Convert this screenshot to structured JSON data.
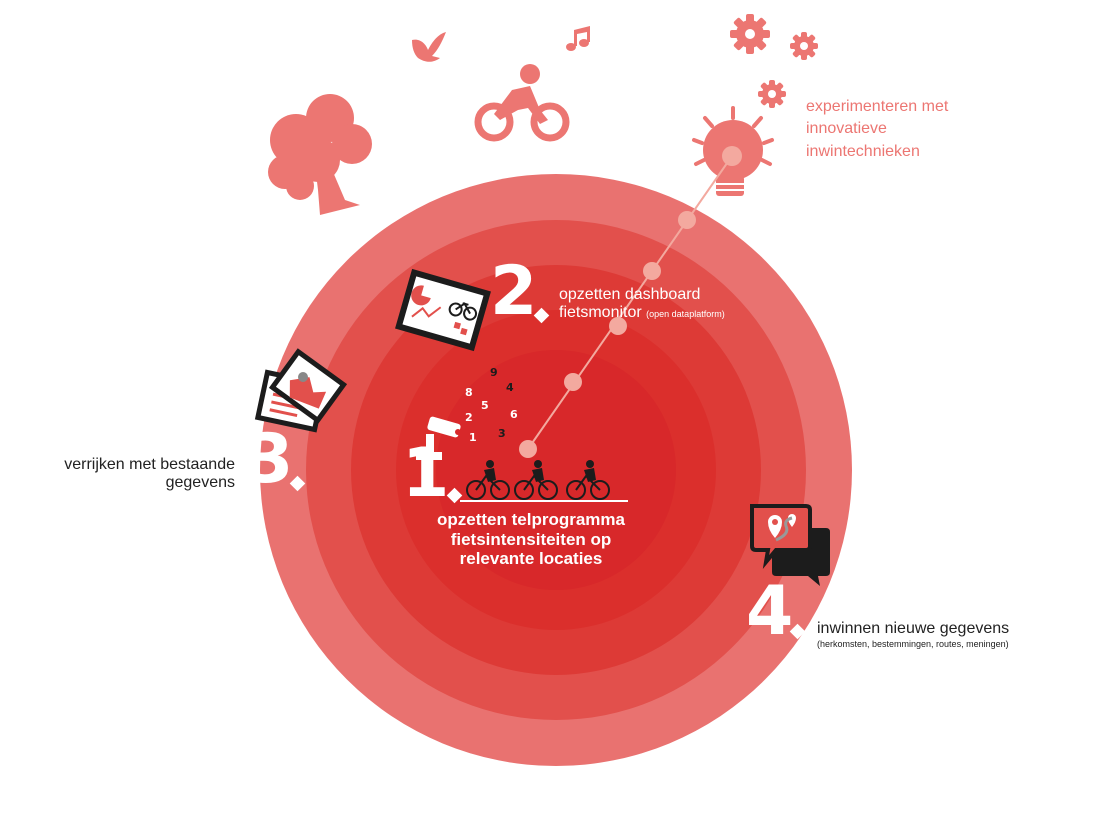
{
  "colors": {
    "ring_outer": "#e97270",
    "ring_2": "#e2504c",
    "ring_3": "#dd3a36",
    "ring_4": "#dc2f2c",
    "core": "#d8282a",
    "icon_pink": "#ec7672",
    "node_pink": "#f3a99f",
    "dark": "#1c1c1c",
    "white": "#ffffff",
    "label_pink": "#ec7672",
    "label_dark": "#222222"
  },
  "icons": [
    "bird-icon",
    "music-note-icon",
    "cyclist-icon",
    "tree-icon",
    "gear-icon",
    "lightbulb-icon",
    "dashboard-icon",
    "photos-icon",
    "camera-icon",
    "bicycle-rider-icon",
    "chat-location-icon"
  ],
  "steps": {
    "step1": {
      "number": "1",
      "label_line1": "opzetten telprogramma",
      "label_line2": "fietsintensiteiten op",
      "label_line3": "relevante locaties"
    },
    "step2": {
      "number": "2",
      "label_line1": "opzetten dashboard",
      "label_line2": "fietsmonitor",
      "note": "(open dataplatform)"
    },
    "step3": {
      "number": "3",
      "label_line1": "verrijken met bestaande",
      "label_line2": "gegevens"
    },
    "step4": {
      "number": "4",
      "label_line1": "inwinnen nieuwe gegevens",
      "note": "(herkomsten, bestemmingen, routes, meningen)"
    },
    "step5": {
      "label_line1": "experimenteren met",
      "label_line2": "innovatieve",
      "label_line3": "inwintechnieken"
    }
  },
  "count_digits": [
    "9",
    "4",
    "8",
    "5",
    "6",
    "2",
    "3",
    "1"
  ]
}
